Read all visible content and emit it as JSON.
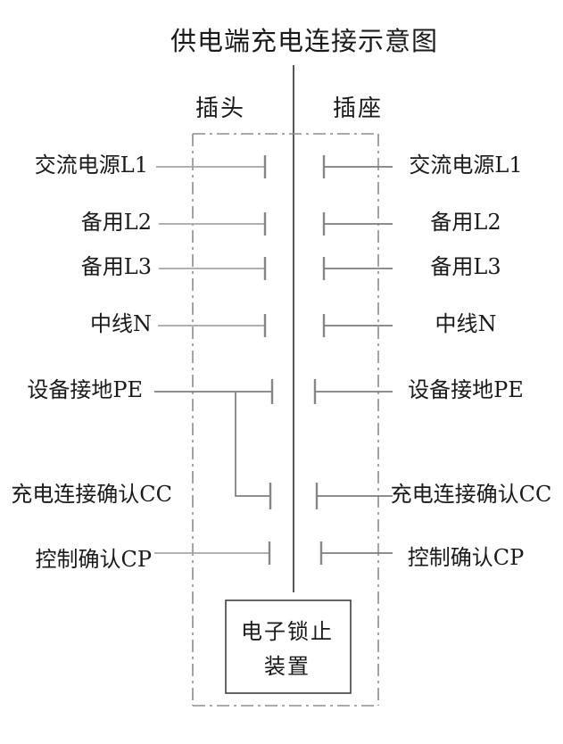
{
  "title": "供电端充电连接示意图",
  "columns": {
    "plug": "插头",
    "socket": "插座"
  },
  "rows": [
    {
      "id": "l1",
      "left_label": "交流电源L1",
      "right_label": "交流电源L1"
    },
    {
      "id": "l2",
      "left_label": "备用L2",
      "right_label": "备用L2"
    },
    {
      "id": "l3",
      "left_label": "备用L3",
      "right_label": "备用L3"
    },
    {
      "id": "n",
      "left_label": "中线N",
      "right_label": "中线N"
    },
    {
      "id": "pe",
      "left_label": "设备接地PE",
      "right_label": "设备接地PE"
    },
    {
      "id": "cc",
      "left_label": "充电连接确认CC",
      "right_label": "充电连接确认CC"
    },
    {
      "id": "cp",
      "left_label": "控制确认CP",
      "right_label": "控制确认CP"
    }
  ],
  "lock_device": {
    "line1": "电子锁止",
    "line2": "装置"
  },
  "colors": {
    "text": "#1a1a1a",
    "wire": "#7e7e7e",
    "wire-light": "#a6a6a6",
    "tick": "#878787",
    "center": "#555555",
    "boundary": "#8d8d8d",
    "lockbox": "#3f3f3f"
  }
}
